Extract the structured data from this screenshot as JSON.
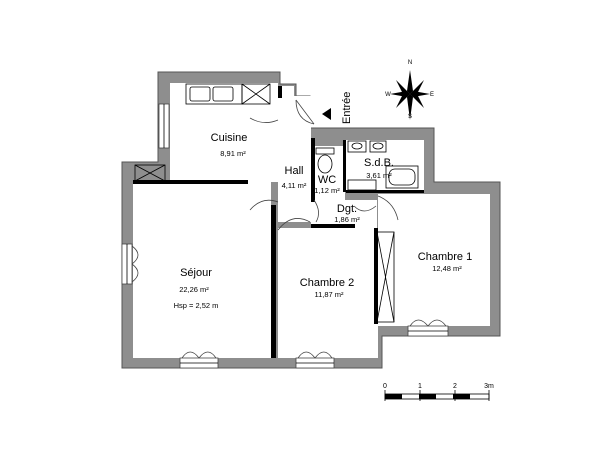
{
  "entry_label": "Entrée",
  "rooms": {
    "cuisine": {
      "name": "Cuisine",
      "area": "8,91 m²"
    },
    "hall": {
      "name": "Hall",
      "area": "4,11 m²"
    },
    "wc": {
      "name": "WC",
      "area": "1,12 m²"
    },
    "sdb": {
      "name": "S.d.B.",
      "area": "3,61 m²"
    },
    "dgt": {
      "name": "Dgt.",
      "area": "1,86 m²"
    },
    "sejour": {
      "name": "Séjour",
      "area": "22,26 m²",
      "note": "Hsp = 2,52 m"
    },
    "chambre2": {
      "name": "Chambre 2",
      "area": "11,87 m²"
    },
    "chambre1": {
      "name": "Chambre 1",
      "area": "12,48 m²"
    }
  },
  "compass": {
    "n": "N",
    "s": "S",
    "e": "E",
    "w": "W"
  },
  "scale": {
    "ticks": [
      "0",
      "1",
      "2",
      "3m"
    ]
  },
  "colors": {
    "wall": "#8e8e8e",
    "background": "#ffffff",
    "line": "#000000"
  }
}
